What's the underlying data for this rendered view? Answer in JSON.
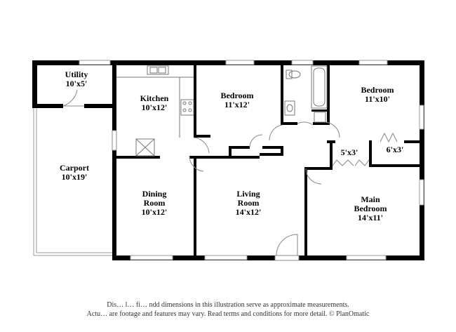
{
  "rooms": {
    "utility": {
      "name": "Utility",
      "dims": "10'x5'"
    },
    "kitchen": {
      "name": "Kitchen",
      "dims": "10'x12'"
    },
    "bedroom1": {
      "name": "Bedroom",
      "dims": "11'x12'"
    },
    "bedroom2": {
      "name": "Bedroom",
      "dims": "11'x10'"
    },
    "carport": {
      "name": "Carport",
      "dims": "10'x19'"
    },
    "dining": {
      "name_line1": "Dining",
      "name_line2": "Room",
      "dims": "10'x12'"
    },
    "living": {
      "name_line1": "Living",
      "name_line2": "Room",
      "dims": "14'x12'"
    },
    "main_bed": {
      "name_line1": "Main",
      "name_line2": "Bedroom",
      "dims": "14'x11'"
    },
    "closet1": {
      "dims": "5'x3'"
    },
    "closet2": {
      "dims": "6'x3'"
    }
  },
  "disclaimer": {
    "line1": "Dis… l… fi… ndd dimensions in this illustration serve as approximate measurements.",
    "line2": "Actu… are footage and features may vary. Read terms and conditions for more detail. © PlanOmatic"
  },
  "colors": {
    "wall": "#000000",
    "fixture": "#777777",
    "background": "#ffffff"
  }
}
